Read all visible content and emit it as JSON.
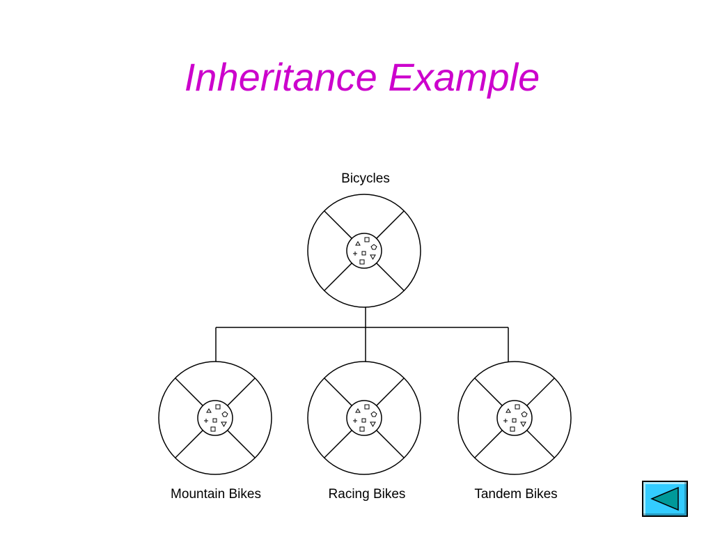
{
  "slide": {
    "title": "Inheritance Example"
  },
  "diagram": {
    "root": {
      "label": "Bicycles"
    },
    "children": [
      {
        "label": "Mountain Bikes"
      },
      {
        "label": "Racing Bikes"
      },
      {
        "label": "Tandem Bikes"
      }
    ]
  },
  "navigation": {
    "back_icon": "left-triangle-icon"
  },
  "colors": {
    "title": "#cc00cc",
    "nav_button_fill": "#33ccff",
    "nav_arrow_fill": "#009999"
  }
}
